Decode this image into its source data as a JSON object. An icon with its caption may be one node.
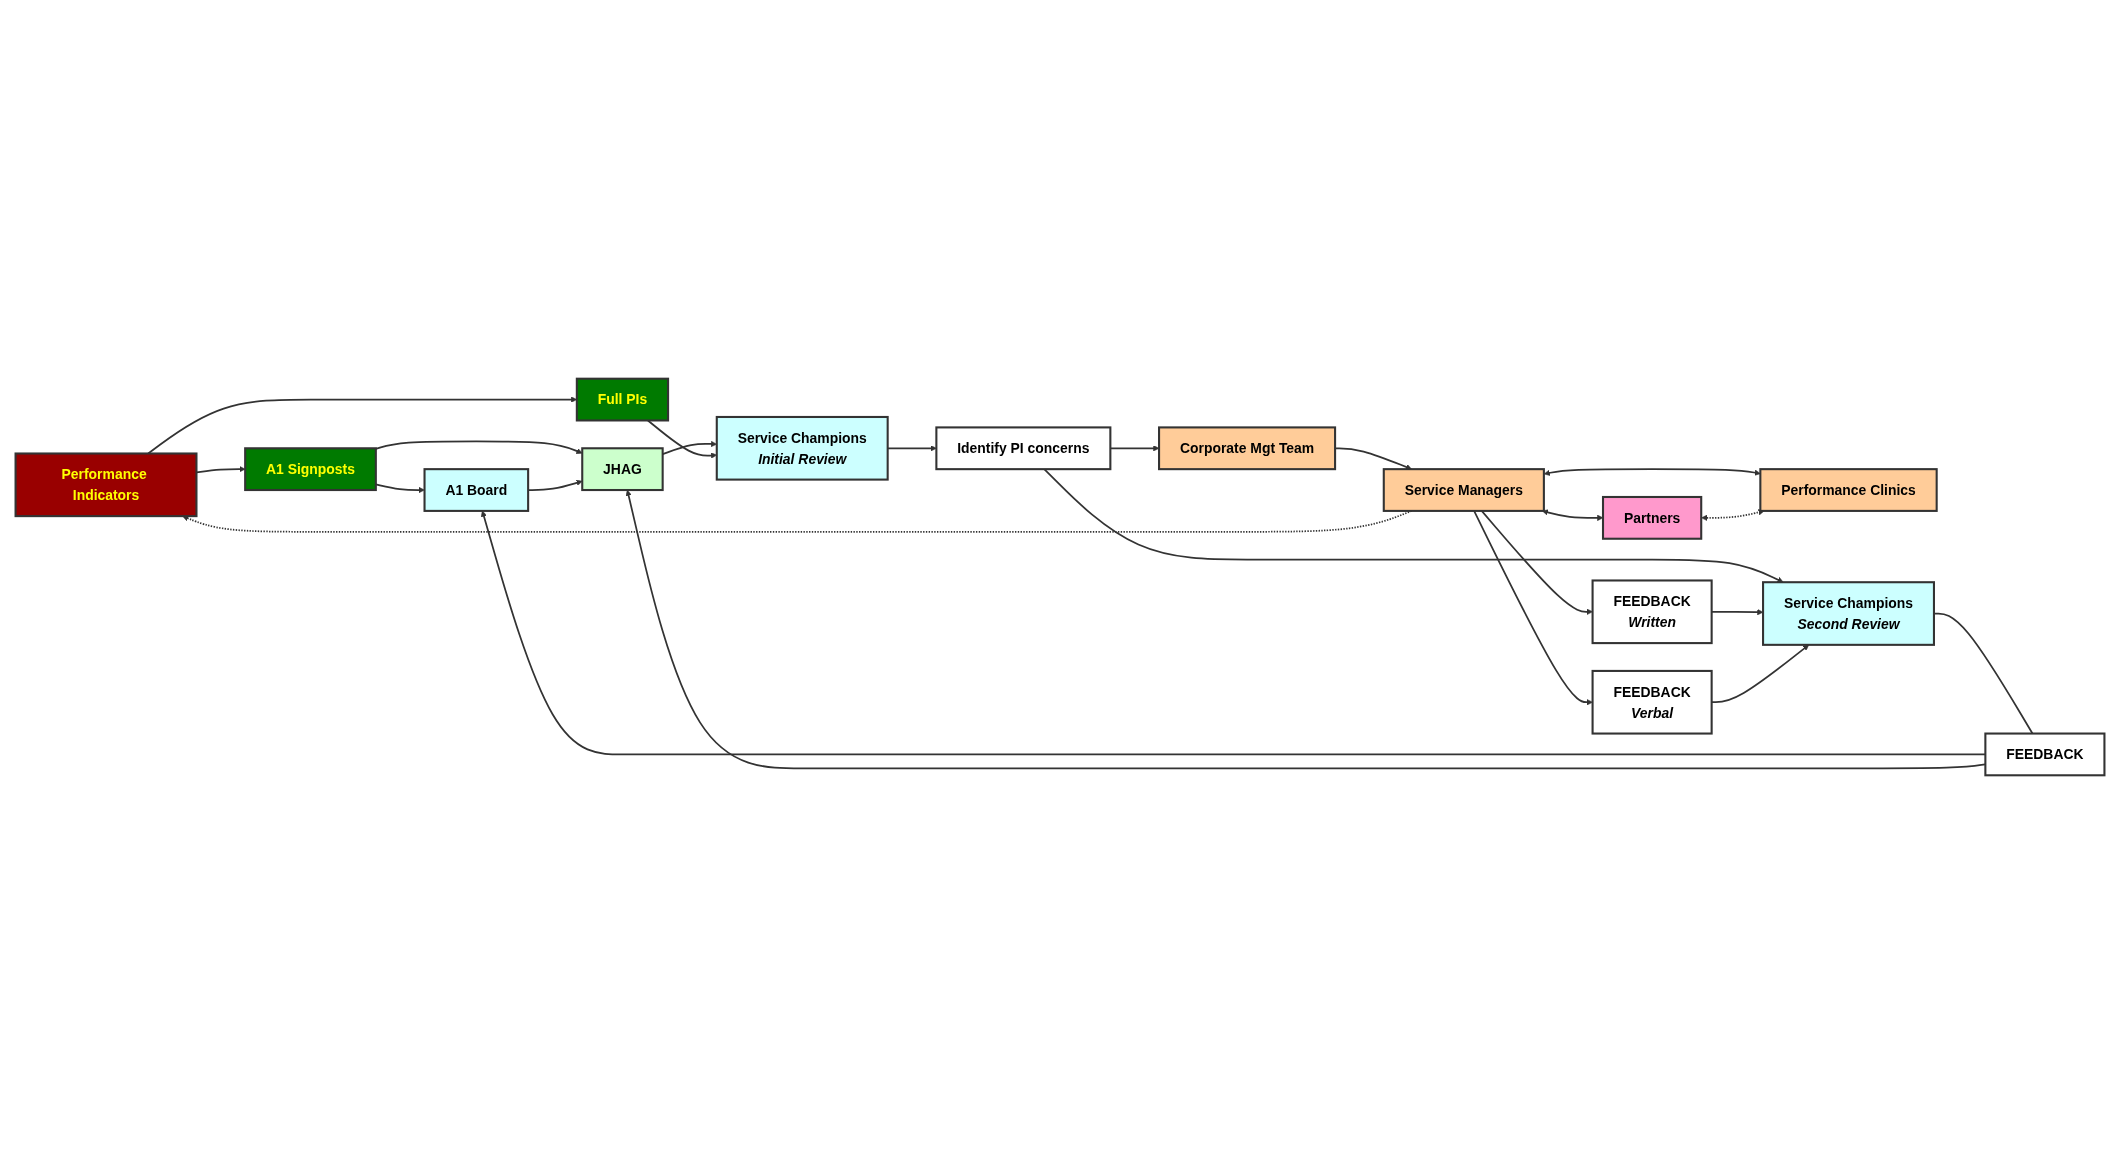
{
  "diagram": {
    "nodes": [
      {
        "text": [
          "Performance Indicators"
        ]
      },
      {
        "text": [
          "A1 Signposts"
        ]
      },
      {
        "text": [
          "Full PIs"
        ]
      },
      {
        "text": [
          "A1 Board"
        ]
      },
      {
        "text": [
          "JHAG"
        ]
      },
      {
        "text": [
          "Service Champions",
          "Initial Review"
        ]
      },
      {
        "text": [
          "FEEDBACK"
        ]
      },
      {
        "text": [
          "Partners"
        ]
      },
      {
        "text": [
          "Service Managers"
        ]
      },
      {
        "text": [
          "Corporate Mgt Team"
        ]
      },
      {
        "text": [
          "Identify PI concerns"
        ]
      },
      {
        "text": [
          "Performance Clinics"
        ]
      },
      {
        "text": [
          "FEEDBACK",
          "Written"
        ]
      },
      {
        "text": [
          "FEEDBACK",
          "Verbal"
        ]
      },
      {
        "text": [
          "Service Champions",
          "Second Review"
        ]
      }
    ],
    "edges": [
      {
        "from": 0,
        "to": 1,
        "arrow": "to"
      },
      {
        "from": 0,
        "to": 2,
        "arrow": "to"
      },
      {
        "from": 1,
        "to": 3,
        "arrow": "to"
      },
      {
        "from": 1,
        "to": 4,
        "arrow": "to"
      },
      {
        "from": 3,
        "to": 4,
        "arrow": "to"
      },
      {
        "from": 4,
        "to": 5,
        "arrow": "to"
      },
      {
        "from": 2,
        "to": 5,
        "arrow": "to"
      },
      {
        "from": 5,
        "to": 10,
        "arrow": "to"
      },
      {
        "from": 10,
        "to": 9,
        "arrow": "to"
      },
      {
        "from": 9,
        "to": 8,
        "arrow": "to"
      },
      {
        "from": 8,
        "to": 0,
        "arrow": "to",
        "style": "dashed"
      },
      {
        "from": 8,
        "to": 7,
        "arrow": "both"
      },
      {
        "from": 8,
        "to": 11,
        "arrow": "both"
      },
      {
        "from": 7,
        "to": 11,
        "arrow": "both",
        "style": "dashed"
      },
      {
        "from": 10,
        "to": 14,
        "arrow": "to"
      },
      {
        "from": 8,
        "to": 12,
        "arrow": "to"
      },
      {
        "from": 8,
        "to": 13,
        "arrow": "to"
      },
      {
        "from": 12,
        "to": 14,
        "arrow": "to"
      },
      {
        "from": 13,
        "to": 14,
        "arrow": "to"
      },
      {
        "from": 14,
        "to": 6,
        "arrow": "none"
      },
      {
        "from": 6,
        "to": 3,
        "arrow": "to"
      },
      {
        "from": 6,
        "to": 4,
        "arrow": "to"
      }
    ]
  }
}
